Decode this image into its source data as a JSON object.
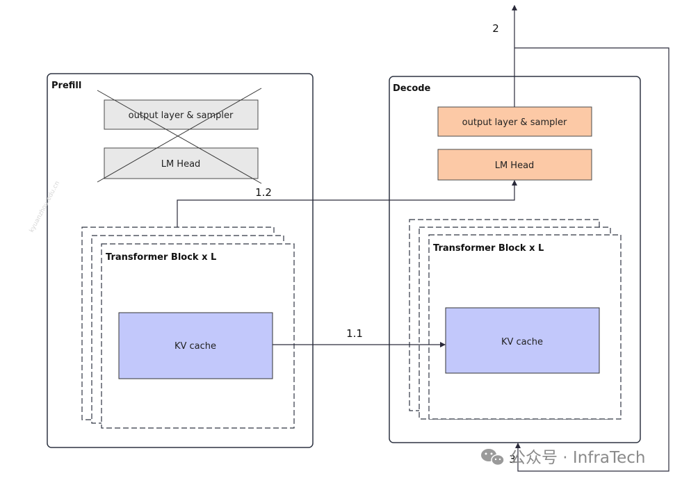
{
  "prefill": {
    "title": "Prefill",
    "output_layer_label": "output layer & sampler",
    "lm_head_label": "LM Head",
    "transformer_block_label": "Transformer Block x L",
    "kv_cache_label": "KV cache",
    "faint_watermark": "kyuanzhou.edu.cn"
  },
  "decode": {
    "title": "Decode",
    "output_layer_label": "output layer & sampler",
    "lm_head_label": "LM Head",
    "transformer_block_label": "Transformer Block x L",
    "kv_cache_label": "KV cache"
  },
  "edges": {
    "kv_transfer": "1.1",
    "hidden_to_lm_head": "1.2",
    "output": "2",
    "loop_back": "3"
  },
  "watermark": {
    "text": "公众号 · InfraTech",
    "icon": "wechat-icon"
  },
  "colors": {
    "disabled_fill": "#e8e8e8",
    "decode_fill": "#fcc9a6",
    "kv_cache_fill": "#c2c8fb",
    "line": "#2a2a3a",
    "panel_border": "#2e3442"
  }
}
